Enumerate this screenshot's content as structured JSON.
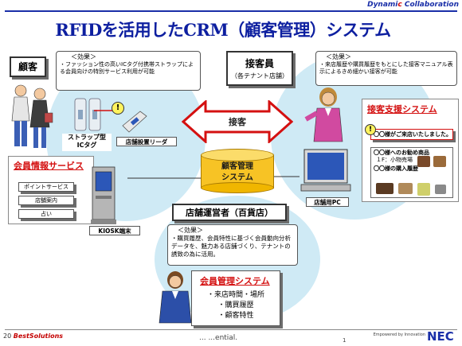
{
  "header": {
    "brand_prefix": "Dynami",
    "brand_mid": "c",
    "brand_suffix": " Collaboration",
    "title": "RFIDを活用したCRM（顧客管理）システム"
  },
  "customer": {
    "label": "顧客",
    "effect_title": "＜効果＞",
    "effect_text": "・ファッション性の高いICタグ付携帯ストラップによる会員向けの特別サービス利用が可能",
    "strap_label": "ストラップ型\nICタグ",
    "reader_label": "店舗設置リーダ"
  },
  "member_service": {
    "title": "会員情報サービス",
    "items": [
      "ポイントサービス",
      "店舗案内",
      "占い"
    ],
    "kiosk_label": "KIOSK端末"
  },
  "arrow": {
    "label": "接客"
  },
  "system": {
    "line1": "顧客管理",
    "line2": "システム"
  },
  "staff": {
    "label": "接客員",
    "sublabel": "（各テナント店舗）",
    "effect_title": "＜効果＞",
    "effect_text": "・来店履歴や購買履歴をもとにした接客マニュアル表示によるきめ細かい接客が可能"
  },
  "support": {
    "title": "接客支援システム",
    "alert": "〇〇様がご来店いたしました。",
    "rec_title": "〇〇様へのお勧め商品",
    "rec_sub": "１F：小物売場",
    "history_title": "〇〇様の購入履歴",
    "pc_label": "店舗用PC"
  },
  "operator": {
    "label": "店舗運営者（百貨店）",
    "effect_title": "＜効果＞",
    "effect_text": "・購買履歴、会員特性に基づく会員動向分析データを、魅力ある店舗づくり、テナントの誘致の為に活用。"
  },
  "member_mgmt": {
    "title": "会員管理システム",
    "items": [
      "・来店時間・場所",
      "・購買履歴",
      "・顧客特性"
    ]
  },
  "footer": {
    "year": "20",
    "company": "BestSolutions",
    "center": "... ...ential.",
    "page": "1",
    "empowered": "Empowered by Innovation",
    "nec": "NEC"
  }
}
